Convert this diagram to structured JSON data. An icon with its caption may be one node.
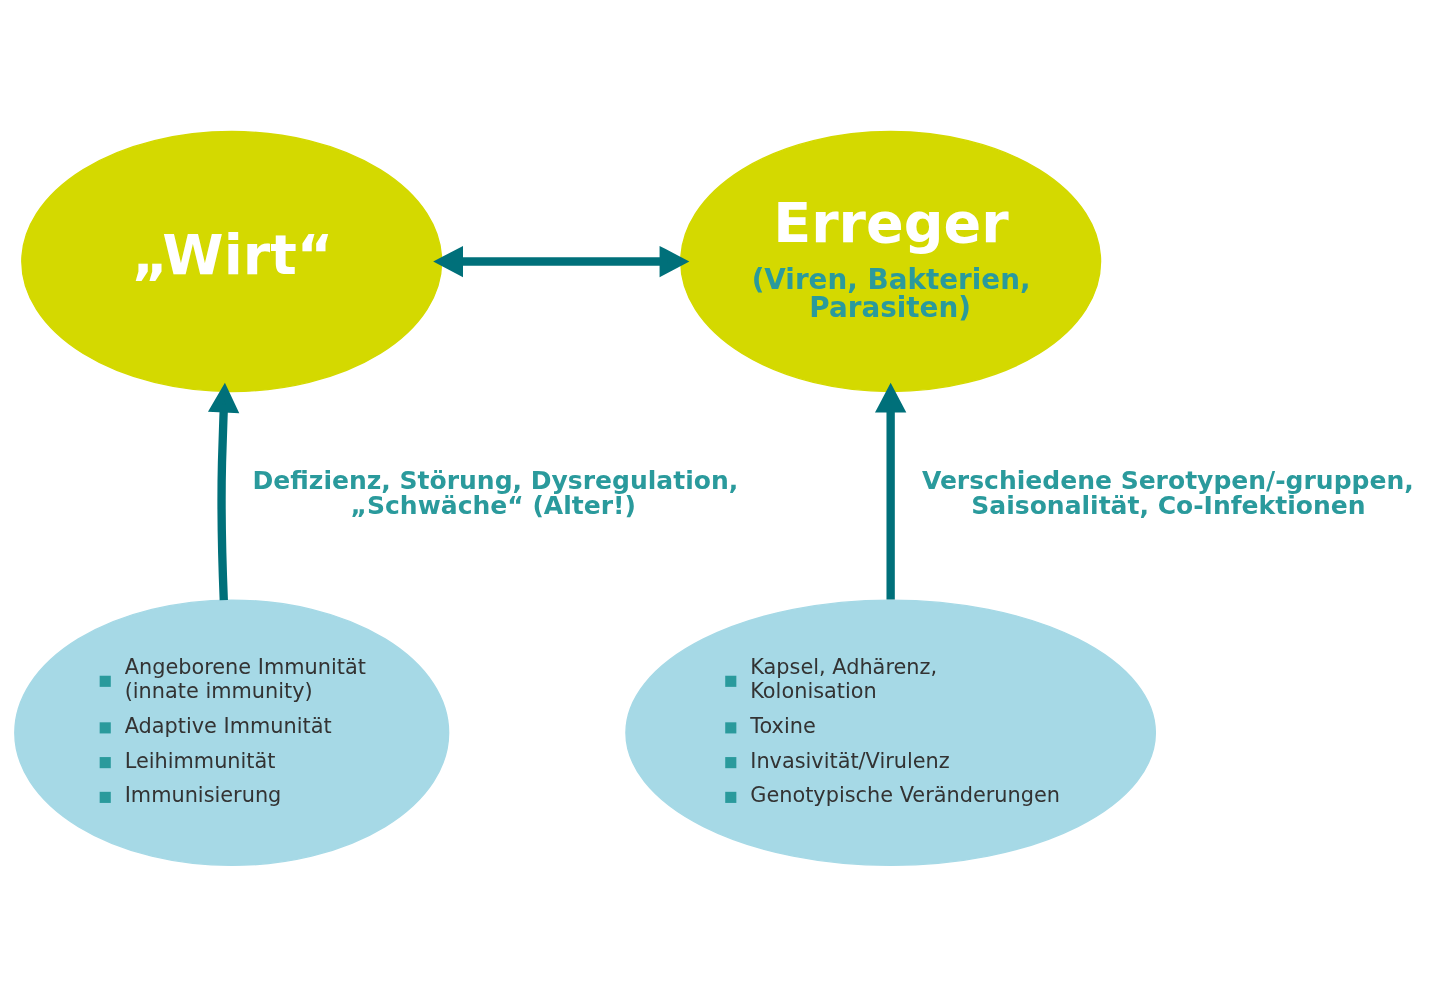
{
  "diagram": {
    "nodes": [
      {
        "text": [
          "„Wirt“"
        ]
      },
      {
        "text": [
          "Erreger",
          "(Viren, Bakterien, Parasiten)"
        ]
      },
      {
        "text": [
          "Angeborene Immunität (innate immunity)",
          "Adaptive Immunität",
          "Leihimmunität",
          "Immunisierung"
        ]
      },
      {
        "text": [
          "Kapsel, Adhärenz, Kolonisation",
          "Toxine",
          "Invasivität/Virulenz",
          "Genotypische Veränderungen"
        ]
      }
    ],
    "edges": [
      {
        "from": 0,
        "to": 1,
        "arrow": "both"
      },
      {
        "from": 2,
        "to": 0,
        "arrow": "to",
        "label": "Defizienz, Störung, Dysregulation, „Schwäche“ (Alter!)"
      },
      {
        "from": 3,
        "to": 1,
        "arrow": "to",
        "label": "Verschiedene Serotypen/-gruppen, Saisonalität, Co-Infektionen"
      }
    ]
  }
}
